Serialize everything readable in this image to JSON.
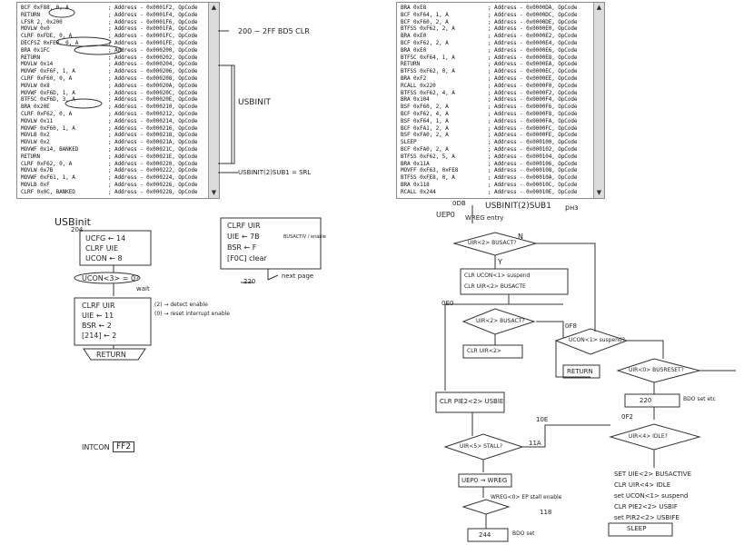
{
  "left_listing": [
    {
      "instr": "BCF 0xF88, 0, A",
      "addr": "; Address - 0x0001F2, OpCode"
    },
    {
      "instr": "RETURN",
      "addr": "; Address - 0x0001F4, OpCode"
    },
    {
      "instr": "LFSR 2, 0x200",
      "addr": "; Address - 0x0001F6, OpCode"
    },
    {
      "instr": "MOVLW 0x0",
      "addr": "; Address - 0x0001FA, OpCode"
    },
    {
      "instr": "CLRF 0xFDE, 0, A",
      "addr": "; Address - 0x0001FC, OpCode"
    },
    {
      "instr": "DECFSZ 0xFE8, 0, A",
      "addr": "; Address - 0x0001FE, OpCode"
    },
    {
      "instr": "BRA 0x1FC",
      "addr": "; Address - 0x000200, OpCode"
    },
    {
      "instr": "RETURN",
      "addr": "; Address - 0x000202, OpCode"
    },
    {
      "instr": "MOVLW 0x14",
      "addr": "; Address - 0x000204, OpCode"
    },
    {
      "instr": "MOVWF 0xF6F, 1, A",
      "addr": "; Address - 0x000206, OpCode"
    },
    {
      "instr": "CLRF 0xF60, 0, A",
      "addr": "; Address - 0x000208, OpCode"
    },
    {
      "instr": "MOVLW 0x8",
      "addr": "; Address - 0x00020A, OpCode"
    },
    {
      "instr": "MOVWF 0xF6D, 1, A",
      "addr": "; Address - 0x00020C, OpCode"
    },
    {
      "instr": "BTFSC 0xF6D, 3, A",
      "addr": "; Address - 0x00020E, OpCode"
    },
    {
      "instr": "BRA 0x20E",
      "addr": "; Address - 0x000210, OpCode"
    },
    {
      "instr": "CLRF 0xF62, 0, A",
      "addr": "; Address - 0x000212, OpCode"
    },
    {
      "instr": "MOVLW 0x11",
      "addr": "; Address - 0x000214, OpCode"
    },
    {
      "instr": "MOVWF 0xF60, 1, A",
      "addr": "; Address - 0x000216, OpCode"
    },
    {
      "instr": "MOVLB 0x2",
      "addr": "; Address - 0x000218, OpCode"
    },
    {
      "instr": "MOVLW 0x2",
      "addr": "; Address - 0x00021A, OpCode"
    },
    {
      "instr": "MOVWF 0x14, BANKED",
      "addr": "; Address - 0x00021C, OpCode"
    },
    {
      "instr": "RETURN",
      "addr": "; Address - 0x00021E, OpCode"
    },
    {
      "instr": "CLRF 0xF62, 0, A",
      "addr": "; Address - 0x000220, OpCode"
    },
    {
      "instr": "MOVLW 0x7B",
      "addr": "; Address - 0x000222, OpCode"
    },
    {
      "instr": "MOVWF 0xF61, 1, A",
      "addr": "; Address - 0x000224, OpCode"
    },
    {
      "instr": "MOVLB 0xF",
      "addr": "; Address - 0x000226, OpCode"
    },
    {
      "instr": "CLRF 0x0C, BANKED",
      "addr": "; Address - 0x000228, OpCode"
    }
  ],
  "right_listing": [
    {
      "instr": "BRA 0xE8",
      "addr": "; Address - 0x0000DA, OpCode"
    },
    {
      "instr": "BCF 0xF64, 1, A",
      "addr": "; Address - 0x0000DC, OpCode"
    },
    {
      "instr": "BCF 0xF60, 2, A",
      "addr": "; Address - 0x0000DE, OpCode"
    },
    {
      "instr": "BTFSS 0xF62, 2, A",
      "addr": "; Address - 0x0000E0, OpCode"
    },
    {
      "instr": "BRA 0xE0",
      "addr": "; Address - 0x0000E2, OpCode"
    },
    {
      "instr": "BCF 0xF62, 2, A",
      "addr": "; Address - 0x0000E4, OpCode"
    },
    {
      "instr": "BRA 0xE0",
      "addr": "; Address - 0x0000E6, OpCode"
    },
    {
      "instr": "BTFSC 0xF64, 1, A",
      "addr": "; Address - 0x0000E8, OpCode"
    },
    {
      "instr": "RETURN",
      "addr": "; Address - 0x0000EA, OpCode"
    },
    {
      "instr": "BTFSS 0xF62, 0, A",
      "addr": "; Address - 0x0000EC, OpCode"
    },
    {
      "instr": "BRA 0xF2",
      "addr": "; Address - 0x0000EE, OpCode"
    },
    {
      "instr": "RCALL 0x220",
      "addr": "; Address - 0x0000F0, OpCode"
    },
    {
      "instr": "BTFSS 0xF62, 4, A",
      "addr": "; Address - 0x0000F2, OpCode"
    },
    {
      "instr": "BRA 0x104",
      "addr": "; Address - 0x0000F4, OpCode"
    },
    {
      "instr": "BSF 0xF60, 2, A",
      "addr": "; Address - 0x0000F6, OpCode"
    },
    {
      "instr": "BCF 0xF62, 4, A",
      "addr": "; Address - 0x0000F8, OpCode"
    },
    {
      "instr": "BSF 0xF64, 1, A",
      "addr": "; Address - 0x0000FA, OpCode"
    },
    {
      "instr": "BCF 0xFA1, 2, A",
      "addr": "; Address - 0x0000FC, OpCode"
    },
    {
      "instr": "BSF 0xFA0, 2, A",
      "addr": "; Address - 0x0000FE, OpCode"
    },
    {
      "instr": "SLEEP",
      "addr": "; Address - 0x000100, OpCode"
    },
    {
      "instr": "BCF 0xFA0, 2, A",
      "addr": "; Address - 0x000102, OpCode"
    },
    {
      "instr": "BTFSS 0xF62, 5, A",
      "addr": "; Address - 0x000104, OpCode"
    },
    {
      "instr": "BRA 0x11A",
      "addr": "; Address - 0x000106, OpCode"
    },
    {
      "instr": "MOVFF 0xF63, 0xFE8",
      "addr": "; Address - 0x000108, OpCode"
    },
    {
      "instr": "BTFSS 0xFE8, 0, A",
      "addr": "; Address - 0x00010A, OpCode"
    },
    {
      "instr": "BRA 0x118",
      "addr": "; Address - 0x00010C, OpCode"
    },
    {
      "instr": "RCALL 0x244",
      "addr": "; Address - 0x00010E, OpCode"
    }
  ],
  "left_notes": {
    "range_note": "200 ~ 2FF BD5 CLR",
    "usbinit_margin": "USBINIT",
    "sub1_margin": "USBINIT(2)SUB1 = SRL",
    "fn_title": "USBinit",
    "fn_addr": "204",
    "box1": [
      "UCFG ← 14",
      "CLRF UIE",
      "UCON ← 8"
    ],
    "wait_check": "UCON<3> = 0?",
    "wait_label": "wait",
    "box2": [
      "CLRF UIR",
      "UIE ← 11",
      "BSR ← 2",
      "[214] ← 2"
    ],
    "box2_note1": "(2) → detect enable",
    "box2_note2": "(0) → reset interrupt enable",
    "return": "RETURN",
    "intcon_label": "INTCON",
    "intcon_value": "FF2",
    "sub_box": [
      "CLRF UIR",
      "UIE ← 7B",
      "BSR ← F",
      "[F0C] clear"
    ],
    "sub_note": "BUSACTIV / enable",
    "sub_next": "next page",
    "sub_addr": "220"
  },
  "right_notes": {
    "title": "USBINIT(2)SUB1",
    "corner": "рнз",
    "entry_addr": "0DB",
    "uep_label": "UEP0",
    "wreg": "WREG entry",
    "d1": "UIR<2> BUSACT?",
    "act1": "CLR UCON<1> suspend",
    "act2": "CLR UIR<2> BUSACTE",
    "d2": "UIR<2> BUSACT?",
    "act3": "CLR UIR<2>",
    "d3": "UCON<1> suspend?",
    "ret": "RETURN",
    "d4": "UIR<0> BUSRESET?",
    "act4": "220",
    "act4_note": "BDO set etc",
    "d5": "UIR<4> IDLE?",
    "actions": [
      "SET UIE<2> BUSACTIVE",
      "CLR UIR<4> IDLE",
      "set UCON<1> suspend",
      "CLR PIE2<2> USBIF",
      "set PIR2<2> USBIFE",
      "SLEEP"
    ],
    "act5": "CLR PIE2<2> USBIE",
    "d6": "UIR<5> STALL?",
    "act6": "UEP0 → WREG",
    "d7": "WREG<0> EP stall enable",
    "act7": "244",
    "act7_note": "BDO set",
    "lbl_118": "118",
    "lbl_11a": "11A",
    "lbl_10e": "10E",
    "lbl_0e0": "0E0",
    "lbl_0f8": "0F8",
    "lbl_0f2": "0F2",
    "y": "Y",
    "n": "N"
  }
}
